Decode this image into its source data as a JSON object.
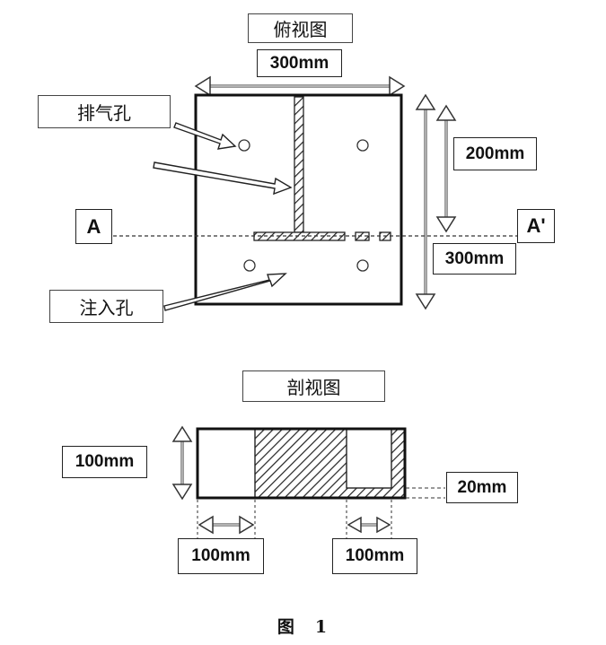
{
  "top_view": {
    "title": "俯视图",
    "width_label": "300mm",
    "vent_label": "排气孔",
    "height_half_label": "200mm",
    "height_full_label": "300mm",
    "inject_label": "注入孔",
    "section_left": "A",
    "section_right": "A'"
  },
  "section_view": {
    "title": "剖视图",
    "height_label": "100mm",
    "offset_label": "20mm",
    "left_width_label": "100mm",
    "right_width_label": "100mm"
  },
  "caption": "图　1"
}
